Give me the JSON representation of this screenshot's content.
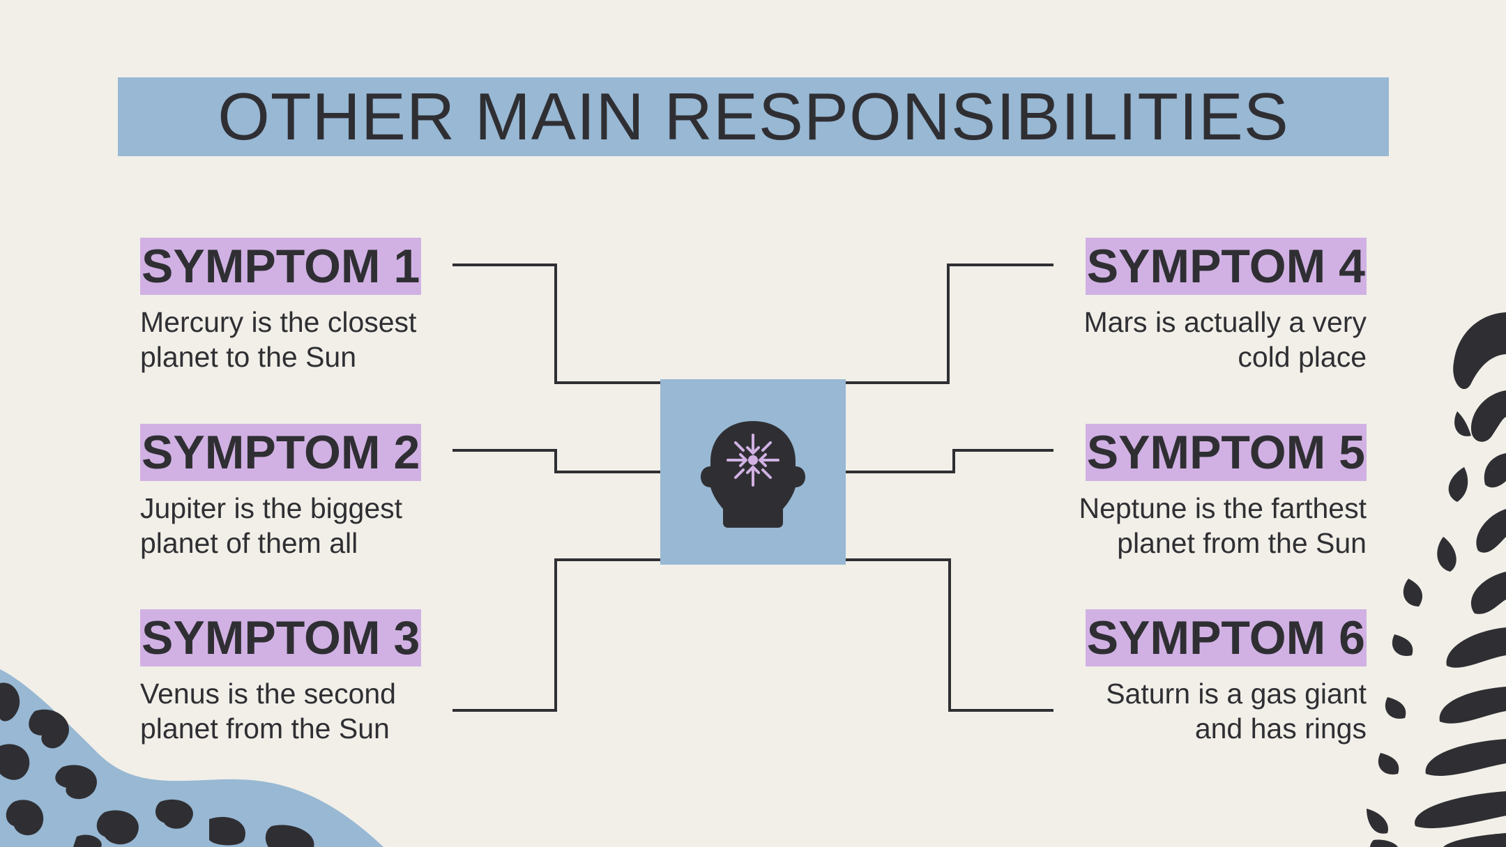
{
  "slide": {
    "title": "OTHER MAIN RESPONSIBILITIES"
  },
  "center": {
    "icon": "head-focus-icon"
  },
  "items": [
    {
      "title": "SYMPTOM 1",
      "desc": "Mercury is the closest planet to the Sun"
    },
    {
      "title": "SYMPTOM 2",
      "desc": "Jupiter is the biggest planet of them all"
    },
    {
      "title": "SYMPTOM 3",
      "desc": "Venus is the second planet from the Sun"
    },
    {
      "title": "SYMPTOM 4",
      "desc": "Mars is actually a very cold place"
    },
    {
      "title": "SYMPTOM 5",
      "desc": "Neptune is the farthest planet from the Sun"
    },
    {
      "title": "SYMPTOM 6",
      "desc": "Saturn is a gas giant and has rings"
    }
  ],
  "colors": {
    "background": "#f1efe8",
    "accent_blue": "#98b8d4",
    "accent_purple": "#d1b1e4",
    "text_dark": "#2f2f33"
  }
}
